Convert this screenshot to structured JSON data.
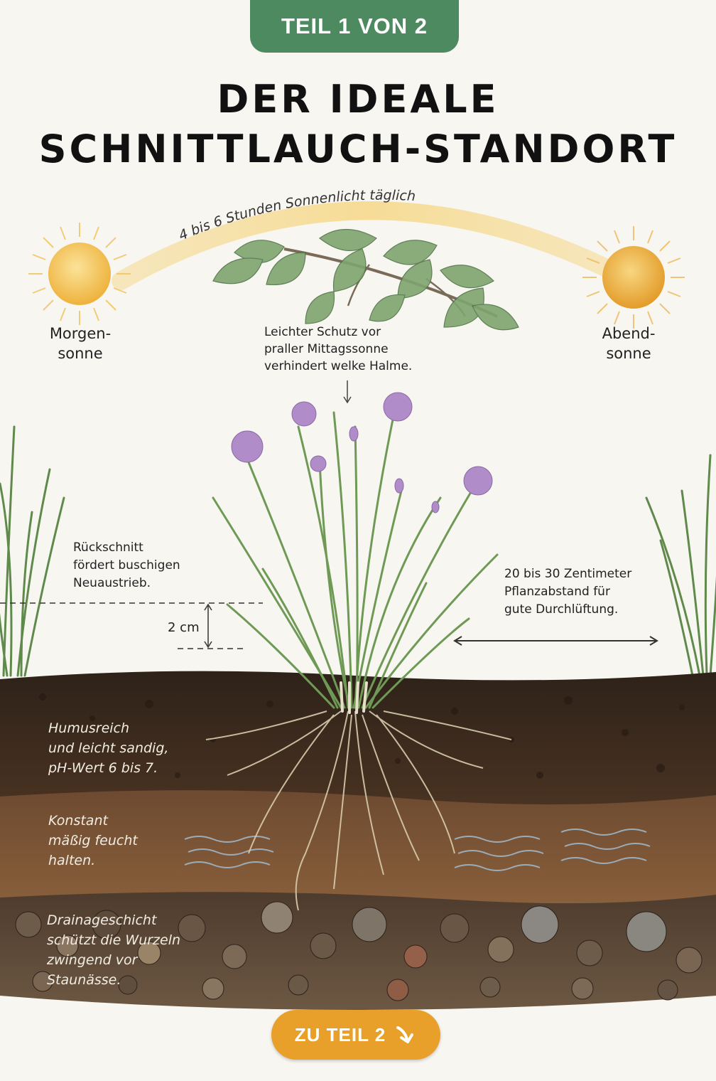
{
  "badge": {
    "label": "TEIL 1 VON 2"
  },
  "title": {
    "line1": "DER IDEALE",
    "line2": "SCHNITTLAUCH-STANDORT"
  },
  "sun_arc": {
    "label": "4 bis 6 Stunden Sonnenlicht täglich"
  },
  "morning_sun": {
    "line1": "Morgen-",
    "line2": "sonne"
  },
  "evening_sun": {
    "line1": "Abend-",
    "line2": "sonne"
  },
  "shade_note": {
    "line1": "Leichter Schutz vor",
    "line2": "praller Mittagssonne",
    "line3": "verhindert welke Halme."
  },
  "cut_note": {
    "line1": "Rückschnitt",
    "line2": "fördert buschigen",
    "line3": "Neuaustrieb."
  },
  "cut_height": {
    "label": "2 cm"
  },
  "spacing_note": {
    "line1": "20 bis 30 Zentimeter",
    "line2": "Pflanzabstand für",
    "line3": "gute Durchlüftung."
  },
  "soil_note": {
    "line1": "Humusreich",
    "line2": "und leicht sandig,",
    "line3": "pH-Wert 6 bis 7."
  },
  "moisture_note": {
    "line1": "Konstant",
    "line2": "mäßig feucht",
    "line3": "halten."
  },
  "drainage_note": {
    "line1": "Drainageschicht",
    "line2": "schützt die Wurzeln",
    "line3": "zwingend vor",
    "line4": "Staunässe."
  },
  "next_button": {
    "label": "ZU TEIL 2",
    "icon": "arrow-down-right-icon"
  },
  "colors": {
    "badge": "#4e8a5f",
    "button": "#e8a02a",
    "topsoil": "#3a2a1f",
    "midsoil": "#7a5233",
    "gravel": "#5a4636",
    "leaf": "#6f9a62",
    "flower": "#b08cc8",
    "sun": "#f1bb45"
  }
}
